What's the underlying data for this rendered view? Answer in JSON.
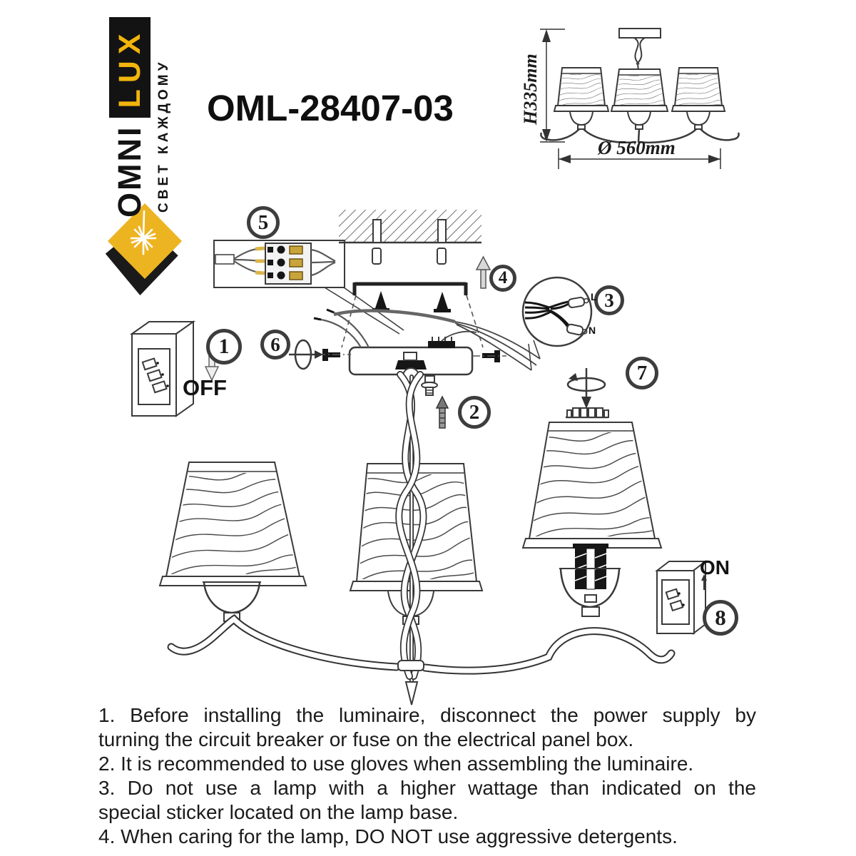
{
  "sheet": {
    "brand": {
      "wordmark_primary": "OMNI",
      "wordmark_accent": "LUX",
      "tagline": "СВЕТ КАЖДОМУ"
    },
    "model": "OML-28407-03",
    "dimensions": {
      "height": "H335mm",
      "diameter": "Ø 560mm"
    },
    "steps": {
      "s1": "1",
      "s2": "2",
      "s3": "3",
      "s4": "4",
      "s5": "5",
      "s6": "6",
      "s7": "7",
      "s8": "8"
    },
    "switch_labels": {
      "off": "OFF",
      "on": "ON"
    },
    "wire_labels": {
      "live": "L",
      "neutral": "N"
    },
    "instructions": {
      "line1": "1. Before installing the luminaire, disconnect the power supply by",
      "line2": "turning the circuit breaker or fuse on the electrical panel box.",
      "line3": "2. It is recommended to use gloves when assembling the luminaire.",
      "line4": "3. Do not use a lamp with a higher wattage than indicated on the",
      "line5": "special sticker located on the lamp base.",
      "line6": "4. When caring for the lamp, DO NOT use aggressive detergents."
    },
    "colors": {
      "accent_yellow": "#F2B50C",
      "diagram_line": "#3a3a3a",
      "text": "#1b1b1b"
    }
  }
}
